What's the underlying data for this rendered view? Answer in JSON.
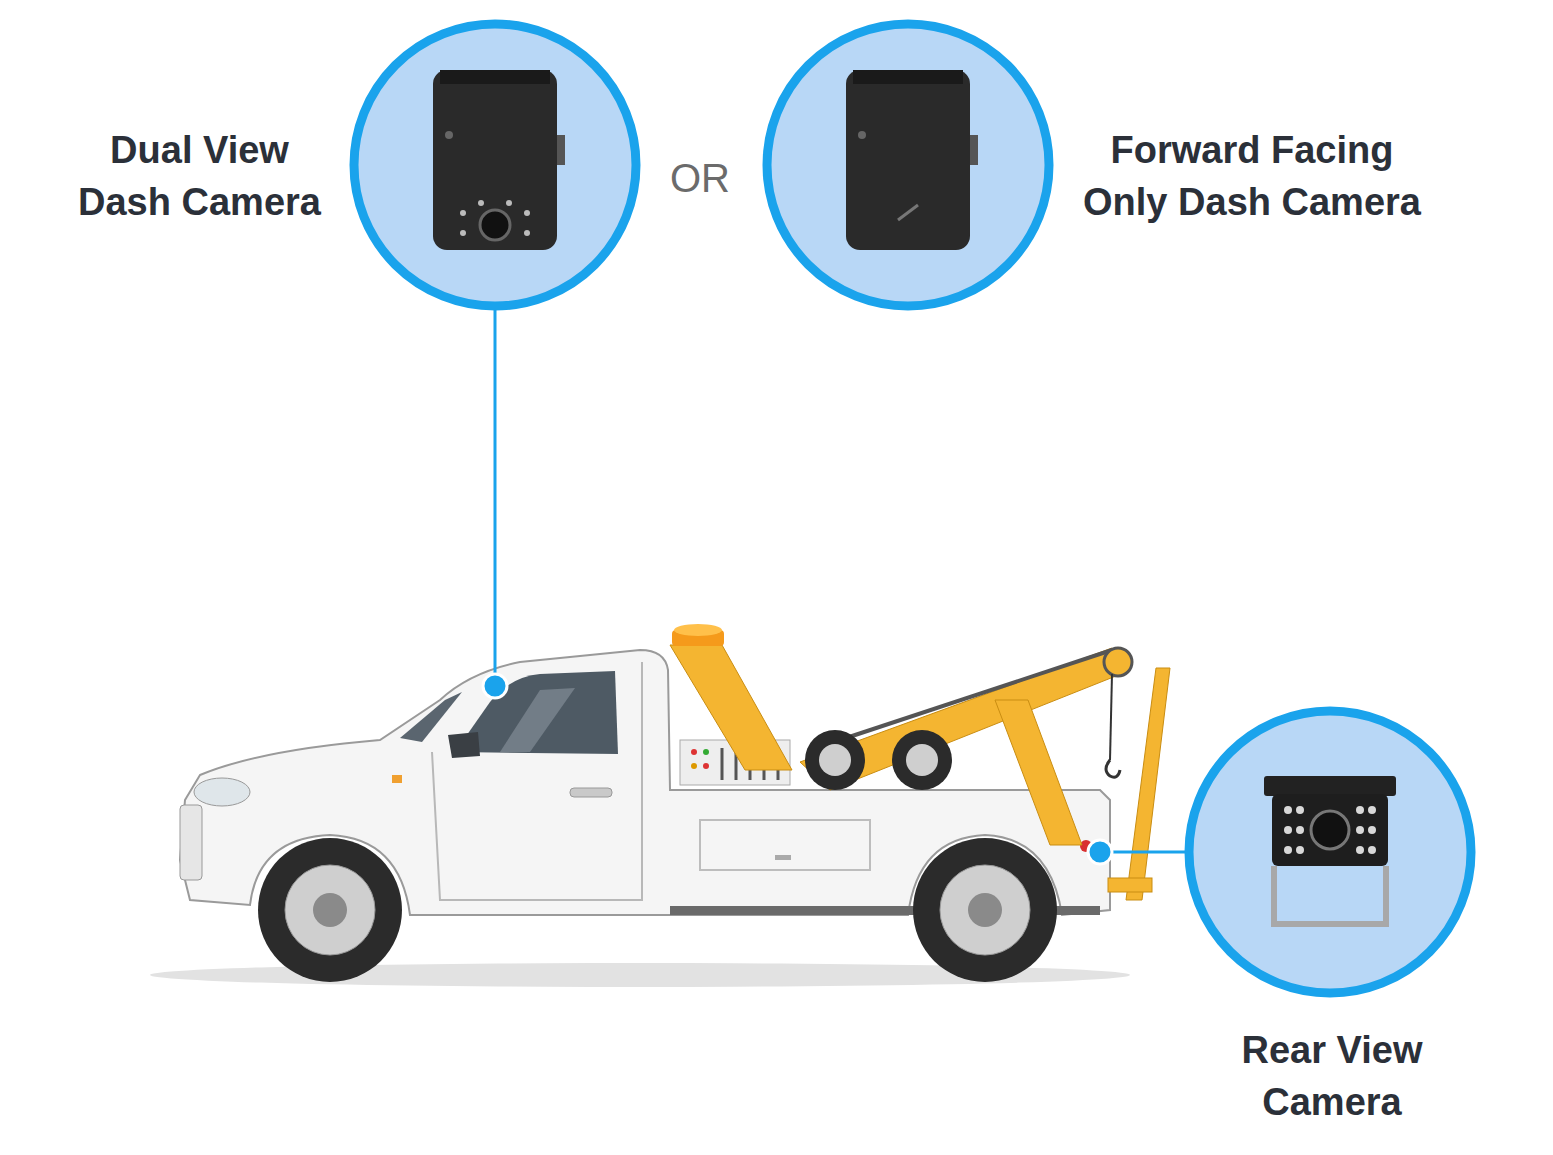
{
  "diagram": {
    "nodes": [
      {
        "text": [
          "Dual View Dash Camera"
        ]
      },
      {
        "text": [
          "Forward Facing Only Dash Camera"
        ]
      },
      {
        "text": [
          "Rear View Camera"
        ]
      }
    ],
    "labels": [
      "OR"
    ]
  }
}
